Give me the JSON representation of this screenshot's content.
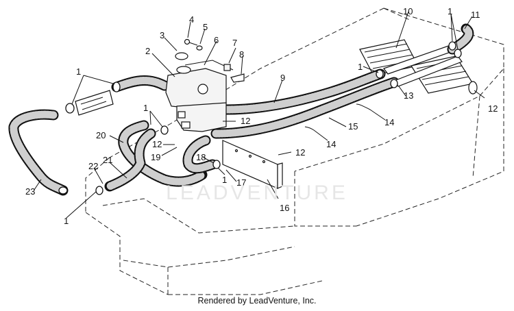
{
  "watermark": "LEADVENTURE",
  "footer": "Rendered by LeadVenture, Inc.",
  "callouts": {
    "c1a": "1",
    "c1b": "1",
    "c1c": "1",
    "c1d": "1",
    "c1e": "1",
    "c1f": "1",
    "c2": "2",
    "c3": "3",
    "c4": "4",
    "c5": "5",
    "c6": "6",
    "c7": "7",
    "c8": "8",
    "c9": "9",
    "c10": "10",
    "c11": "11",
    "c12a": "12",
    "c12b": "12",
    "c12c": "12",
    "c12d": "12",
    "c13": "13",
    "c14a": "14",
    "c14b": "14",
    "c15": "15",
    "c16": "16",
    "c17": "17",
    "c18": "18",
    "c19": "19",
    "c20": "20",
    "c21": "21",
    "c22": "22",
    "c23": "23"
  }
}
